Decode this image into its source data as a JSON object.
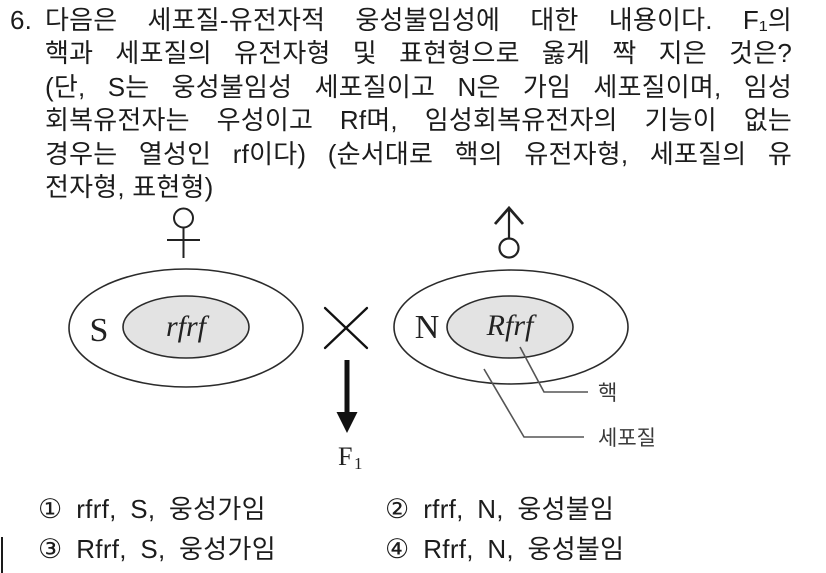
{
  "question": {
    "number": "6.",
    "lines": [
      "다음은 세포질-유전자적 웅성불임성에 대한 내용이다. F₁의",
      "핵과 세포질의 유전자형 및 표현형으로 옳게 짝 지은 것은?",
      "(단, S는 웅성불임성 세포질이고 N은 가임 세포질이며, 임성",
      "회복유전자는 우성이고 Rf며, 임성회복유전자의 기능이 없는",
      "경우는 열성인 rf이다) (순서대로 핵의 유전자형, 세포질의 유",
      "전자형, 표현형)"
    ]
  },
  "diagram": {
    "female_parent": {
      "sex_symbol": "♀",
      "cytoplasm_type": "S",
      "nuclear_genotype": "rfrf"
    },
    "male_parent": {
      "sex_symbol": "♂",
      "cytoplasm_type": "N",
      "nuclear_genotype": "Rfrf"
    },
    "cross_symbol": "×",
    "offspring": {
      "main": "F",
      "sub": "1"
    },
    "labels": {
      "nucleus": "핵",
      "cytoplasm": "세포질"
    },
    "colors": {
      "nucleus_fill": "#e3e3e3",
      "cell_stroke": "#2b2b2b",
      "callout_line": "#555555",
      "ink": "#111111"
    }
  },
  "options": [
    {
      "badge": "①",
      "text": "rfrf, S, 웅성가임"
    },
    {
      "badge": "②",
      "text": "rfrf, N, 웅성불임"
    },
    {
      "badge": "③",
      "text": "Rfrf, S, 웅성가임"
    },
    {
      "badge": "④",
      "text": "Rfrf, N, 웅성불임"
    }
  ]
}
